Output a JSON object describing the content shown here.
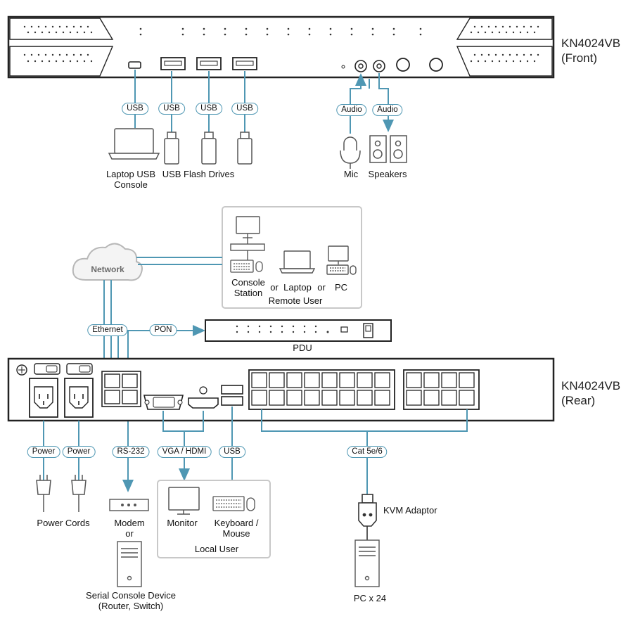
{
  "front": {
    "model": "KN4024VB",
    "side": "(Front)",
    "tags": {
      "usb": "USB",
      "audio": "Audio"
    },
    "devices": {
      "laptop_line1": "Laptop USB",
      "laptop_line2": "Console",
      "flash": "USB Flash Drives",
      "mic": "Mic",
      "speakers": "Speakers"
    }
  },
  "network": {
    "cloud": "Network",
    "remote": {
      "console_line1": "Console",
      "console_line2": "Station",
      "or1": "or",
      "laptop": "Laptop",
      "or2": "or",
      "pc": "PC",
      "caption": "Remote User"
    },
    "tags": {
      "ethernet": "Ethernet",
      "pon": "PON"
    },
    "pdu": "PDU"
  },
  "rear": {
    "model": "KN4024VB",
    "side": "(Rear)",
    "tags": {
      "power": "Power",
      "rs232": "RS-232",
      "vga_hdmi": "VGA / HDMI",
      "usb": "USB",
      "cat": "Cat 5e/6"
    },
    "devices": {
      "power_cords": "Power Cords",
      "modem": "Modem",
      "or": "or",
      "serial_line1": "Serial Console Device",
      "serial_line2": "(Router, Switch)",
      "monitor": "Monitor",
      "keyboard_line1": "Keyboard /",
      "keyboard_line2": "Mouse",
      "local_user": "Local User",
      "kvm_adaptor": "KVM Adaptor",
      "pc_count": "PC x 24"
    }
  },
  "colors": {
    "cable": "#4f97b3",
    "device": "#222222",
    "panel": "#ffffff"
  },
  "icons": [
    "laptop-icon",
    "usb-flash-icon",
    "microphone-icon",
    "speaker-icon",
    "network-cloud-icon",
    "monitor-icon",
    "keyboard-icon",
    "mouse-icon",
    "pc-tower-icon",
    "modem-icon",
    "power-plug-icon",
    "kvm-adaptor-icon",
    "pdu-icon"
  ]
}
